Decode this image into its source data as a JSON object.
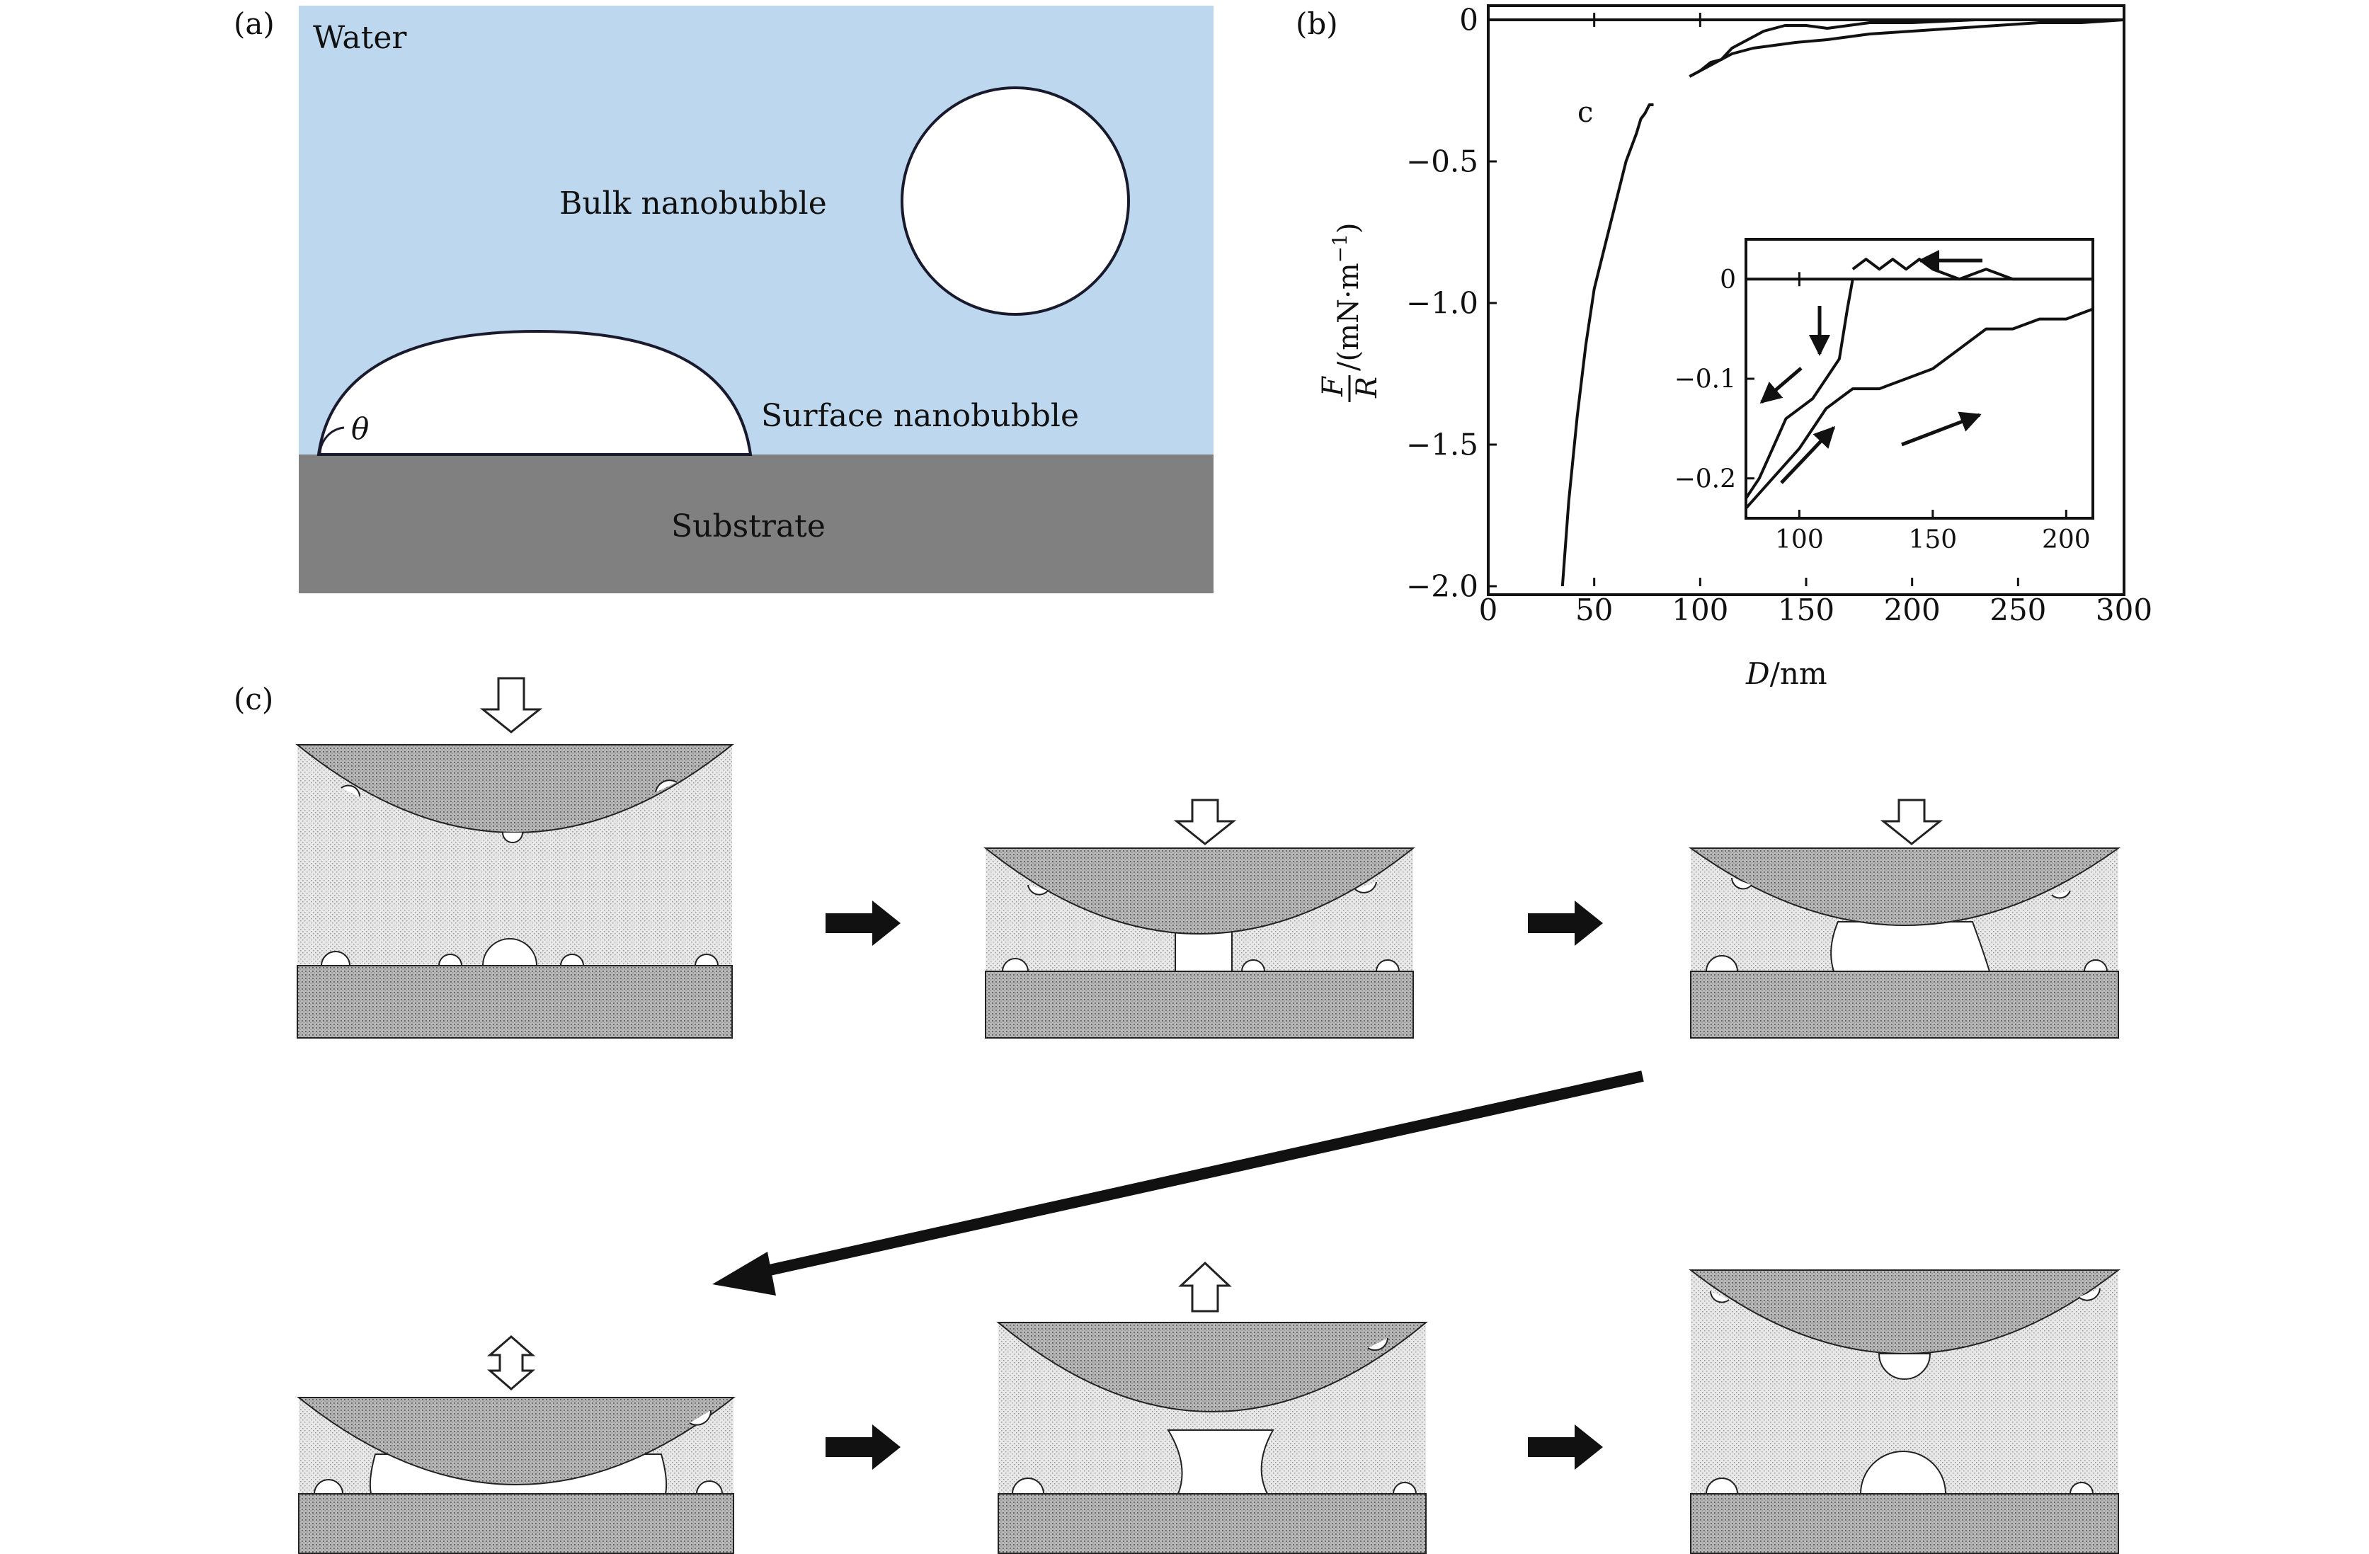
{
  "panel_a": {
    "label": "(a)",
    "water_label": "Water",
    "bulk_label": "Bulk nanobubble",
    "surface_label": "Surface nanobubble",
    "substrate_label": "Substrate",
    "angle_symbol": "θ",
    "colors": {
      "water": "#bdd7ee",
      "substrate": "#808080",
      "bubble": "#ffffff",
      "outline": "#1a1a2e"
    }
  },
  "panel_b": {
    "label": "(b)",
    "ylabel_num": "F",
    "ylabel_den": "R",
    "ylabel_unit": "/(mN·m",
    "ylabel_exp": "−1",
    "ylabel_close": ")",
    "xlabel_var": "D",
    "xlabel_unit": "/nm",
    "xticks": [
      "0",
      "50",
      "100",
      "150",
      "200",
      "250",
      "300"
    ],
    "yticks": [
      "0",
      "−0.5",
      "−1.0",
      "−1.5",
      "−2.0"
    ],
    "marker": "c",
    "inset": {
      "xticks": [
        "100",
        "150",
        "200"
      ],
      "yticks": [
        "0",
        "−0.1",
        "−0.2"
      ]
    }
  },
  "chart_data": [
    {
      "type": "line",
      "xlim": [
        0,
        300
      ],
      "ylim": [
        -2.0,
        0.05
      ],
      "grid": false,
      "series": [
        {
          "x": [
            35,
            38,
            42,
            46,
            50,
            55,
            60,
            65,
            70,
            72,
            74,
            76,
            78
          ],
          "y": [
            -2.0,
            -1.7,
            -1.4,
            -1.15,
            -0.95,
            -0.8,
            -0.65,
            -0.5,
            -0.4,
            -0.35,
            -0.33,
            -0.3,
            -0.3
          ]
        },
        {
          "x": [
            95,
            100,
            105,
            110,
            115,
            120,
            125,
            130,
            140,
            150,
            160,
            180,
            200,
            230,
            260,
            290,
            300
          ],
          "y": [
            -0.2,
            -0.18,
            -0.15,
            -0.14,
            -0.1,
            -0.08,
            -0.06,
            -0.04,
            -0.02,
            -0.02,
            -0.03,
            -0.01,
            -0.01,
            0,
            0,
            0,
            0
          ]
        },
        {
          "x": [
            95,
            105,
            115,
            125,
            135,
            145,
            160,
            180,
            200,
            220,
            240,
            260,
            280,
            300
          ],
          "y": [
            -0.2,
            -0.16,
            -0.12,
            -0.1,
            -0.09,
            -0.08,
            -0.07,
            -0.05,
            -0.04,
            -0.03,
            -0.02,
            -0.01,
            -0.01,
            0
          ]
        },
        {
          "x": [
            0,
            300
          ],
          "y": [
            0,
            0
          ]
        }
      ]
    },
    {
      "type": "line",
      "xlim": [
        80,
        210
      ],
      "ylim": [
        -0.24,
        0.04
      ],
      "grid": false,
      "series": [
        {
          "x": [
            120,
            125,
            130,
            135,
            140,
            145,
            150,
            160,
            170,
            180,
            190,
            200,
            210
          ],
          "y": [
            0.01,
            0.02,
            0.01,
            0.02,
            0.01,
            0.02,
            0.01,
            0.0,
            0.01,
            0.0,
            0.0,
            0.0,
            0.0
          ]
        },
        {
          "x": [
            80,
            85,
            90,
            95,
            100,
            105,
            110,
            115,
            118,
            120
          ],
          "y": [
            -0.22,
            -0.2,
            -0.17,
            -0.14,
            -0.13,
            -0.12,
            -0.1,
            -0.08,
            -0.03,
            0.0
          ]
        },
        {
          "x": [
            80,
            90,
            100,
            110,
            115,
            120,
            130,
            140,
            150,
            160,
            170,
            180,
            190,
            200,
            210
          ],
          "y": [
            -0.23,
            -0.2,
            -0.17,
            -0.13,
            -0.12,
            -0.11,
            -0.11,
            -0.1,
            -0.09,
            -0.07,
            -0.05,
            -0.05,
            -0.04,
            -0.04,
            -0.03
          ]
        },
        {
          "x": [
            80,
            210
          ],
          "y": [
            0,
            0
          ]
        }
      ]
    }
  ],
  "panel_c": {
    "label": "(c)"
  }
}
